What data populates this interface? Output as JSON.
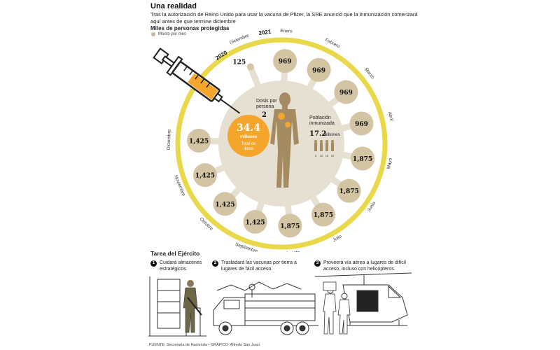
{
  "header": {
    "title": "Una realidad",
    "subtitle": "Tras la autorización de Reino Unido para usar la vacuna de Pfizer, la SRE anunció que la inmunización comenzará aquí antes de que termine diciembre",
    "section_title": "Miles de personas protegidas",
    "legend_label": "Monto por mes"
  },
  "colors": {
    "ring": "#e9d94a",
    "month_circle": "#d3c4a3",
    "center_disc": "#e6e0d3",
    "accent": "#f4a52c",
    "figure": "#a48b61"
  },
  "years": {
    "y2020": "2020",
    "y2021": "2021"
  },
  "dose_center": {
    "doses_label": "Dosis por persona",
    "doses_value": "2",
    "total_value": "34.4",
    "total_unit": "millones",
    "total_label": "Total de dosis",
    "population_label": "Población inmunizada",
    "population_value": "17.2",
    "population_unit": "millones",
    "scale_ticks": [
      "5",
      "10",
      "15",
      "20"
    ]
  },
  "months": [
    {
      "month": "Diciembre",
      "year": "2020",
      "value": "125"
    },
    {
      "month": "Enero",
      "year": "2021",
      "value": "969"
    },
    {
      "month": "Febrero",
      "year": "2021",
      "value": "969"
    },
    {
      "month": "Marzo",
      "year": "2021",
      "value": "969"
    },
    {
      "month": "Abril",
      "year": "2021",
      "value": "969"
    },
    {
      "month": "Mayo",
      "year": "2021",
      "value": "1,875"
    },
    {
      "month": "Junio",
      "year": "2021",
      "value": "1,875"
    },
    {
      "month": "Julio",
      "year": "2021",
      "value": "1,875"
    },
    {
      "month": "Agosto",
      "year": "2021",
      "value": "1,875"
    },
    {
      "month": "Septiembre",
      "year": "2021",
      "value": "1,425"
    },
    {
      "month": "Octubre",
      "year": "2021",
      "value": "1,425"
    },
    {
      "month": "Noviembre",
      "year": "2021",
      "value": "1,425"
    },
    {
      "month": "Diciembre",
      "year": "2021",
      "value": "1,425"
    }
  ],
  "army": {
    "title": "Tarea del Ejército",
    "steps": [
      {
        "number": "1",
        "text": "Cuidará almacenes estratégicos."
      },
      {
        "number": "2",
        "text": "Trasladará las vacunas por tierra a lugares de fácil acceso."
      },
      {
        "number": "3",
        "text": "Proveerá vía aérea a lugares de difícil acceso, incluso con helicópteros."
      }
    ]
  },
  "source": "FUENTE: Secretaría de Hacienda • GRÁFICO: Alfredo San Juan"
}
